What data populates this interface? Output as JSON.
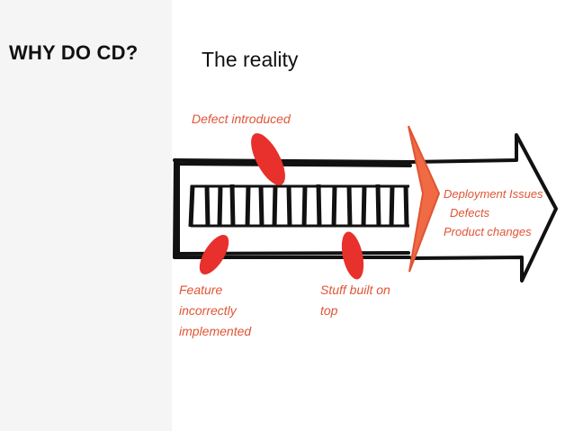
{
  "slide": {
    "section_title": "WHY DO CD?",
    "title": "The reality"
  },
  "annotations": {
    "defect_introduced": "Defect introduced",
    "feature_incorrectly": "Feature incorrectly implemented",
    "stuff_built": "Stuff built on top",
    "deployment_issues": "Deployment Issues",
    "defects": "Defects",
    "product_changes": "Product changes"
  },
  "colors": {
    "accent": "#e05434",
    "blob": "#e8302c",
    "ink": "#111111",
    "panel": "#f5f5f5"
  }
}
